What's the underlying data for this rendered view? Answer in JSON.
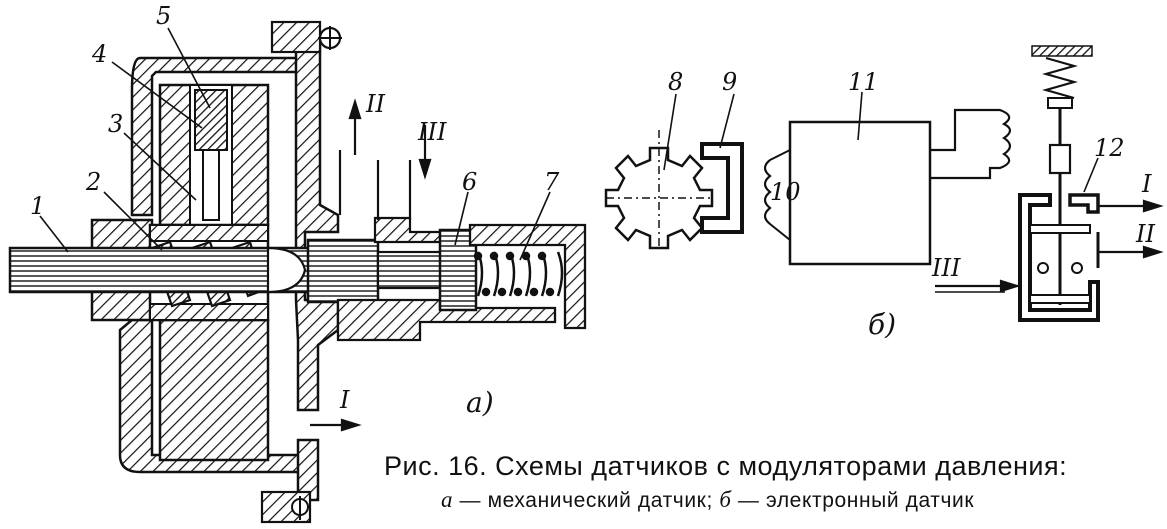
{
  "diagram": {
    "part_labels": {
      "p1": "1",
      "p2": "2",
      "p3": "3",
      "p4": "4",
      "p5": "5",
      "p6": "6",
      "p7": "7",
      "p8": "8",
      "p9": "9",
      "p10": "10",
      "p11": "11",
      "p12": "12"
    },
    "flow_labels": {
      "a_I": "I",
      "a_II": "II",
      "a_III": "III",
      "b_I": "I",
      "b_II": "II",
      "b_III": "III"
    },
    "subfigure_labels": {
      "a": "а)",
      "b": "б)"
    }
  },
  "caption": {
    "title": "Рис. 16. Схемы датчиков с модуляторами давления:",
    "legend_a_letter": "а",
    "legend_a_text": " — механический датчик; ",
    "legend_b_letter": "б",
    "legend_b_text": " — электронный датчик"
  }
}
